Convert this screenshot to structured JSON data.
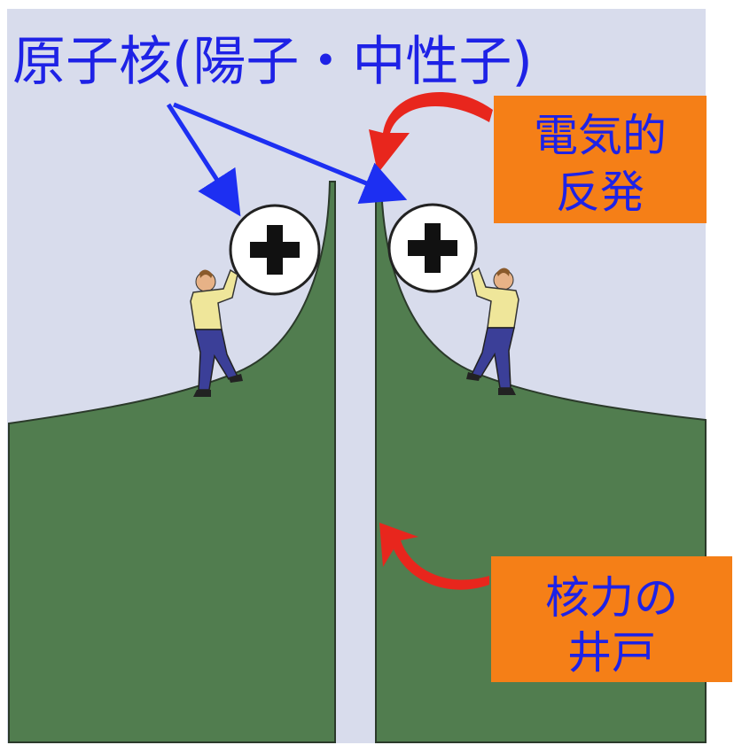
{
  "title": "原子核(陽子・中性子)",
  "labels": {
    "repulsion_line1": "電気的",
    "repulsion_line2": "反発",
    "well_line1": "核力の",
    "well_line2": "井戸"
  },
  "nucleus_symbol": "+",
  "colors": {
    "background": "#d8dcec",
    "ground": "#517d4f",
    "label_box": "#f57f17",
    "label_text": "#1e22e6",
    "title_text": "#1e22e6",
    "pointer_arrow": "#1d2ff2",
    "force_arrow": "#e8261d"
  }
}
